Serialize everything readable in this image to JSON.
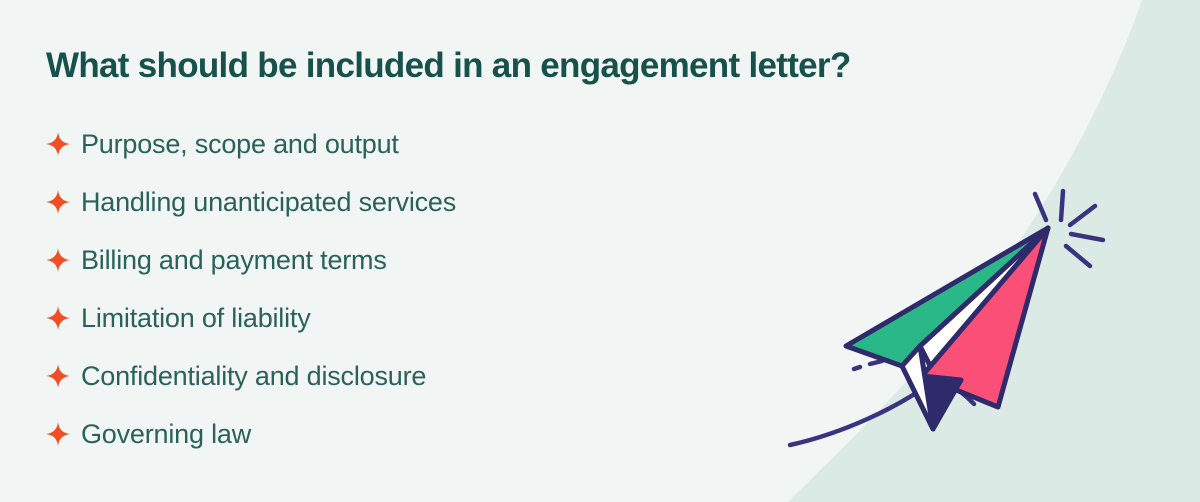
{
  "page": {
    "background_color": "#f1f5f3",
    "accent_blob_color": "#dceae5"
  },
  "headline": {
    "text": "What should be included in an engagement letter?",
    "color": "#17514b"
  },
  "bullets": {
    "icon": "sparkle-icon",
    "icon_color": "#f04e25",
    "text_color": "#2a615b",
    "items": [
      {
        "label": "Purpose, scope and output"
      },
      {
        "label": "Handling unanticipated services"
      },
      {
        "label": "Billing and payment terms"
      },
      {
        "label": "Limitation of liability"
      },
      {
        "label": "Confidentiality and disclosure"
      },
      {
        "label": "Governing law"
      }
    ]
  },
  "illustration": {
    "name": "paper-airplane-illustration",
    "colors": {
      "wing_green": "#2bb888",
      "body_pink": "#fa5078",
      "fold_navy": "#2e2a6b",
      "fold_white": "#ffffff",
      "outline_navy": "#2e2a6b",
      "trail_navy": "#3a3480"
    },
    "parts": [
      "green-wing",
      "pink-body",
      "navy-fold",
      "white-fold",
      "sparkle-lines",
      "motion-trail-upper",
      "motion-trail-lower"
    ]
  }
}
